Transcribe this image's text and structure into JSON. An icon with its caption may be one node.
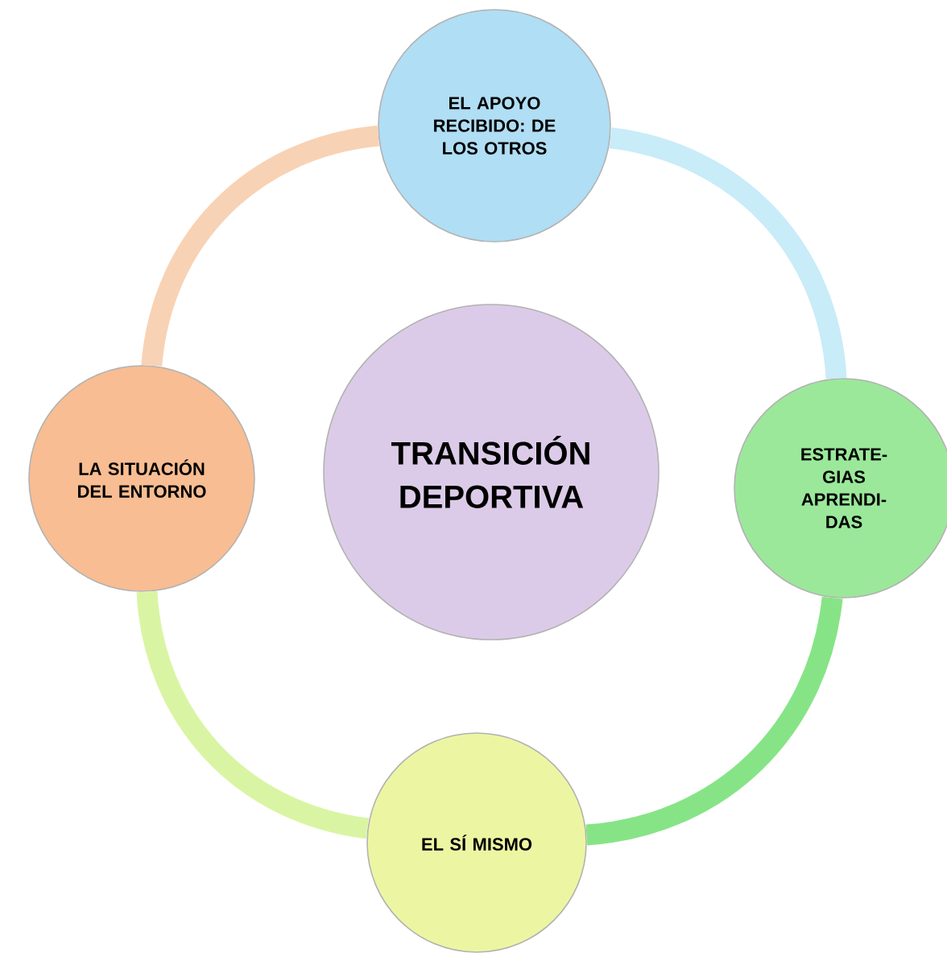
{
  "diagram": {
    "nodes": [
      {
        "text": [
          "TRANSICIÓN DEPORTIVA"
        ]
      },
      {
        "text": [
          "EL APOYO RECIBIDO: DE LOS OTROS"
        ]
      },
      {
        "text": [
          "ESTRATE- GIAS APRENDI- DAS"
        ]
      },
      {
        "text": [
          "EL SÍ MISMO"
        ]
      },
      {
        "text": [
          "LA SITUACIÓN DEL ENTORNO"
        ]
      }
    ],
    "edges": [
      {
        "from": 1,
        "to": 2,
        "arrow": "none",
        "color": "#c8ecf8"
      },
      {
        "from": 2,
        "to": 3,
        "arrow": "none",
        "color": "#86e486"
      },
      {
        "from": 3,
        "to": 4,
        "arrow": "none",
        "color": "#d9f5a3"
      },
      {
        "from": 4,
        "to": 1,
        "arrow": "none",
        "color": "#f8d2b4"
      }
    ]
  }
}
